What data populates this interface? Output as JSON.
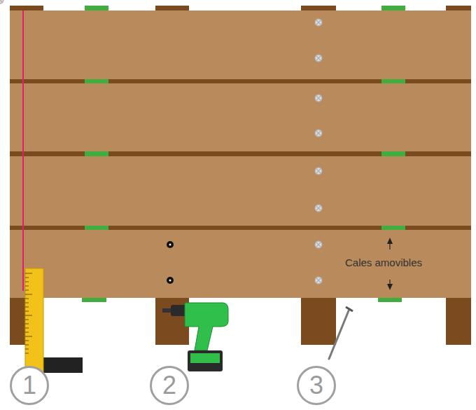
{
  "diagram": {
    "nodes": [
      {
        "text": [
          "1"
        ]
      },
      {
        "text": [
          "2"
        ]
      },
      {
        "text": [
          "3"
        ]
      }
    ],
    "labels": [
      "Cales amovibles"
    ]
  }
}
